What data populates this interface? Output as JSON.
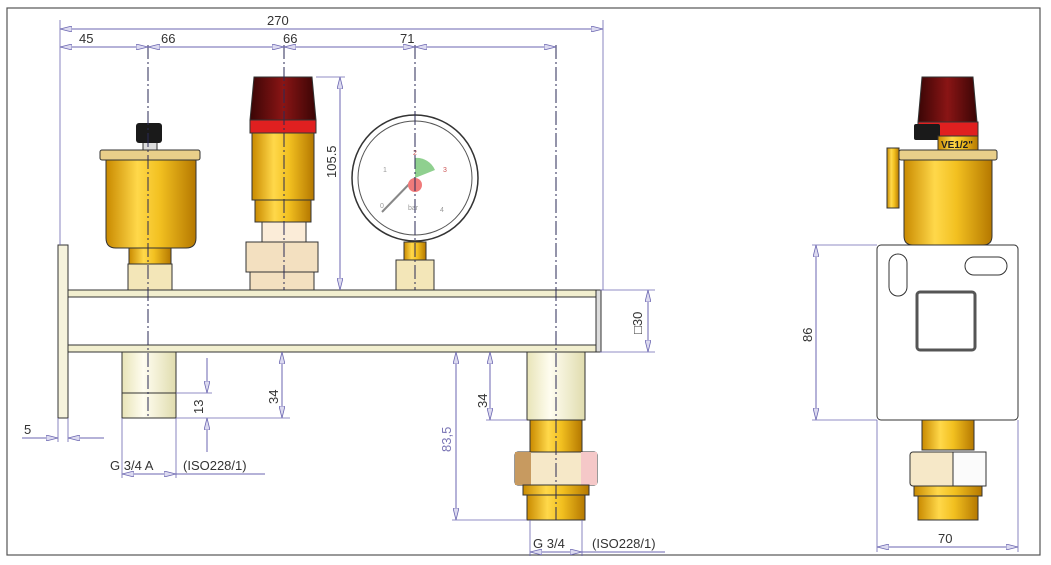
{
  "drawing": {
    "colors": {
      "dimension": "#6b66b0",
      "brass": "#e8b520",
      "red_knob": "#7a1010",
      "red_band": "#e02020",
      "pipe": "#f6f3dc",
      "gauge_green": "#8fd08f"
    },
    "dimensions": {
      "overall_width": "270",
      "spacing_1": "45",
      "spacing_2": "66",
      "spacing_3": "66",
      "spacing_4": "71",
      "valve_height": "105.5",
      "pipe_section": "□30",
      "plate_thickness": "5",
      "thread_length": "13",
      "left_outlet_length": "34",
      "right_outlet_length": "34",
      "right_outlet_total": "83,5",
      "side_plate_height": "86",
      "side_plate_width": "70"
    },
    "threads": {
      "left_thread": "G 3/4 A",
      "left_standard": "(ISO228/1)",
      "right_thread": "G 3/4",
      "right_standard": "(ISO228/1)"
    },
    "gauge": {
      "unit": "bar",
      "scale": [
        "0",
        "1",
        "2",
        "3",
        "4"
      ]
    },
    "valve_marking": "VE1/2\""
  }
}
